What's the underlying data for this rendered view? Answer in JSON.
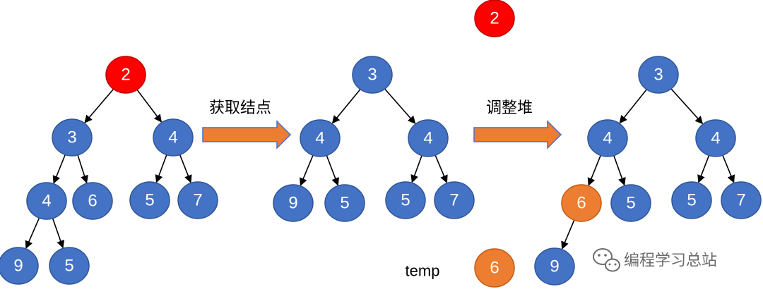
{
  "colors": {
    "node_fill": "#4472C4",
    "node_stroke": "#2F5597",
    "removed_fill": "#FF0000",
    "removed_stroke": "#C00000",
    "temp_fill": "#ED7D31",
    "temp_stroke": "#C55A11",
    "arrow_fill": "#ED7D31",
    "arrow_stroke": "#4472C4",
    "edge": "#000000"
  },
  "steps": [
    {
      "label": "获取结点"
    },
    {
      "label": "调整堆"
    }
  ],
  "removed_value": "2",
  "temp": {
    "label": "temp",
    "value": "6"
  },
  "watermark": {
    "text": "编程学习总站",
    "icon": "wechat-icon"
  },
  "trees": [
    {
      "nodes": [
        {
          "value": "2",
          "state": "removed"
        },
        {
          "value": "3"
        },
        {
          "value": "4"
        },
        {
          "value": "4"
        },
        {
          "value": "6"
        },
        {
          "value": "5"
        },
        {
          "value": "7"
        },
        {
          "value": "9"
        },
        {
          "value": "5"
        }
      ]
    },
    {
      "nodes": [
        {
          "value": "3"
        },
        {
          "value": "4"
        },
        {
          "value": "4"
        },
        {
          "value": "9"
        },
        {
          "value": "5"
        },
        {
          "value": "5"
        },
        {
          "value": "7"
        }
      ]
    },
    {
      "nodes": [
        {
          "value": "3"
        },
        {
          "value": "4"
        },
        {
          "value": "4"
        },
        {
          "value": "6",
          "state": "temp"
        },
        {
          "value": "5"
        },
        {
          "value": "5"
        },
        {
          "value": "7"
        },
        {
          "value": "9"
        }
      ]
    }
  ]
}
